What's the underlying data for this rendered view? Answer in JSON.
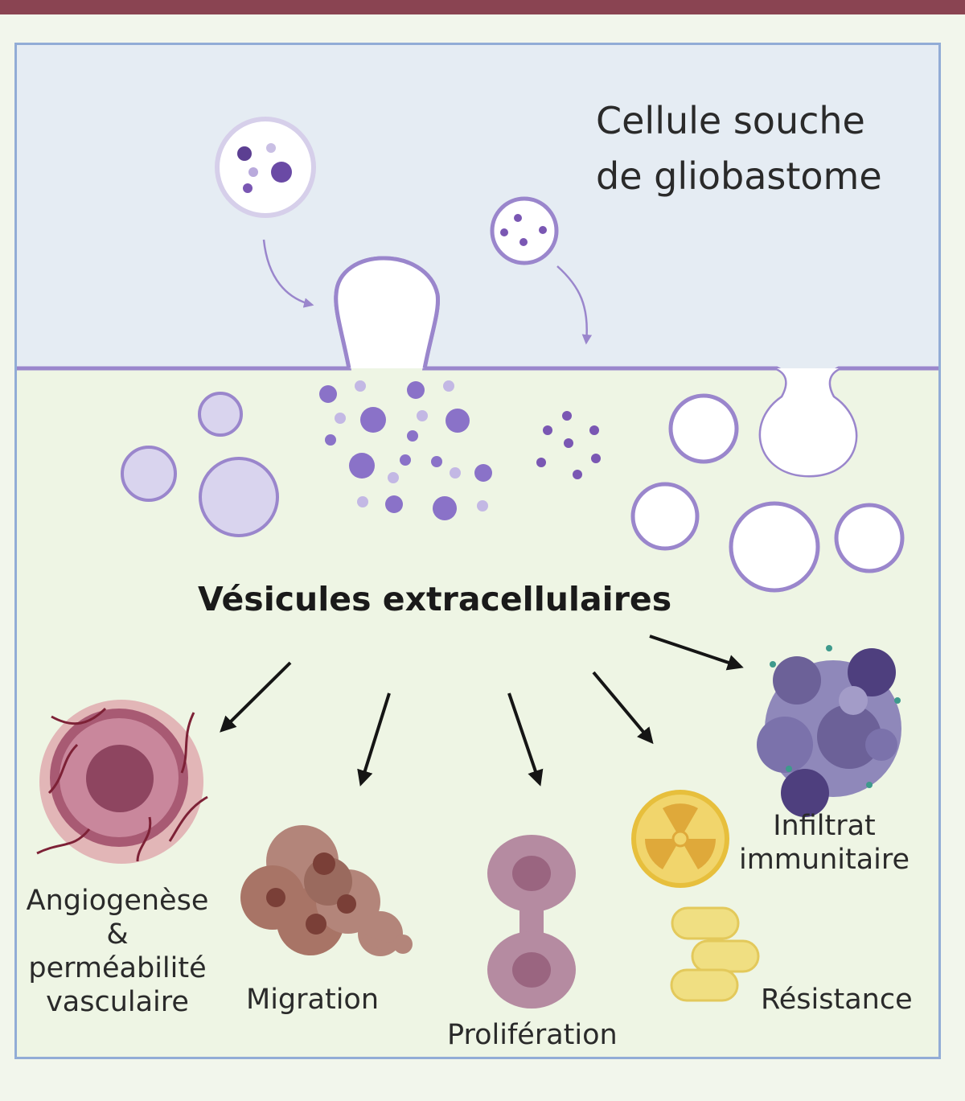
{
  "cell": {
    "title_line1": "Cellule souche",
    "title_line2": "de gliobastome"
  },
  "vesicles_label": "Vésicules extracellulaires",
  "effects": {
    "angiogenesis": {
      "line1": "Angiogenèse",
      "line2": "&",
      "line3": "perméabilité",
      "line4": "vasculaire"
    },
    "migration": "Migration",
    "proliferation": "Prolifération",
    "immune_line1": "Infiltrat",
    "immune_line2": "immunitaire",
    "resistance": "Résistance"
  },
  "colors": {
    "top_bar": "#8a4452",
    "frame_border": "#92acd6",
    "membrane": "#9a86cc",
    "vesicle_fill": "#d9d4ee",
    "cargo": "#7a57b3",
    "angiogenesis_cell": "#a85a73",
    "migration_cell": "#9a6a5e",
    "proliferation_cell": "#a57890",
    "immune_cells": "#6c6198",
    "radiation_symbol": "#e7bf3c",
    "pills": "#f0df82"
  }
}
